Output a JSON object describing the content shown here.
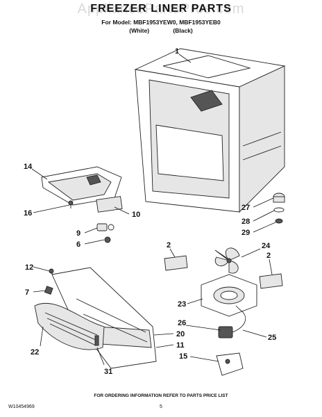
{
  "header": {
    "watermark": "AppliancePartsPros.com",
    "title": "FREEZER LINER PARTS",
    "models": "For Model: MBF1953YEW0, MBF1953YEB0",
    "variant_white": "(White)",
    "variant_black": "(Black)"
  },
  "callouts": [
    "1",
    "14",
    "16",
    "10",
    "9",
    "6",
    "27",
    "28",
    "29",
    "2",
    "24",
    "2",
    "12",
    "7",
    "23",
    "26",
    "25",
    "20",
    "11",
    "22",
    "15",
    "31"
  ],
  "footer": {
    "ordering_note": "FOR ORDERING INFORMATION REFER TO PARTS PRICE LIST",
    "doc_number": "W10454969",
    "page_number": "5"
  }
}
